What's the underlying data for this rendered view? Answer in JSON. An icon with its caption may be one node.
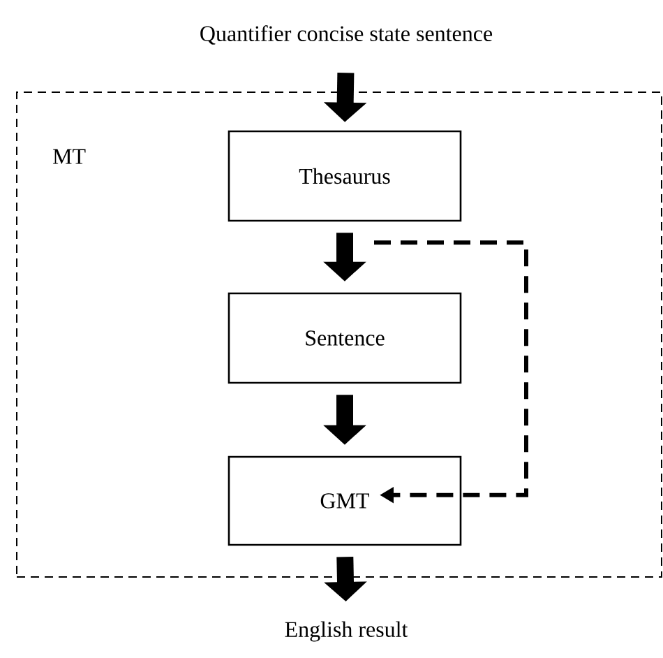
{
  "diagram": {
    "nodes": [
      {
        "text": [
          "Quantifier concise state sentence"
        ]
      },
      {
        "text": [
          "MT"
        ]
      },
      {
        "text": [
          "Thesaurus"
        ],
        "in": 1
      },
      {
        "text": [
          "Sentence"
        ],
        "in": 1
      },
      {
        "text": [
          "GMT"
        ],
        "in": 1
      },
      {
        "text": [
          "English result"
        ]
      }
    ],
    "edges": [
      {
        "from": 0,
        "to": 2,
        "arrow": "to"
      },
      {
        "from": 2,
        "to": 3,
        "arrow": "to"
      },
      {
        "from": 3,
        "to": 4,
        "arrow": "to"
      },
      {
        "from": 4,
        "to": 5,
        "arrow": "to"
      },
      {
        "from": 2,
        "to": 4,
        "arrow": "to",
        "style": "dashed"
      }
    ]
  }
}
